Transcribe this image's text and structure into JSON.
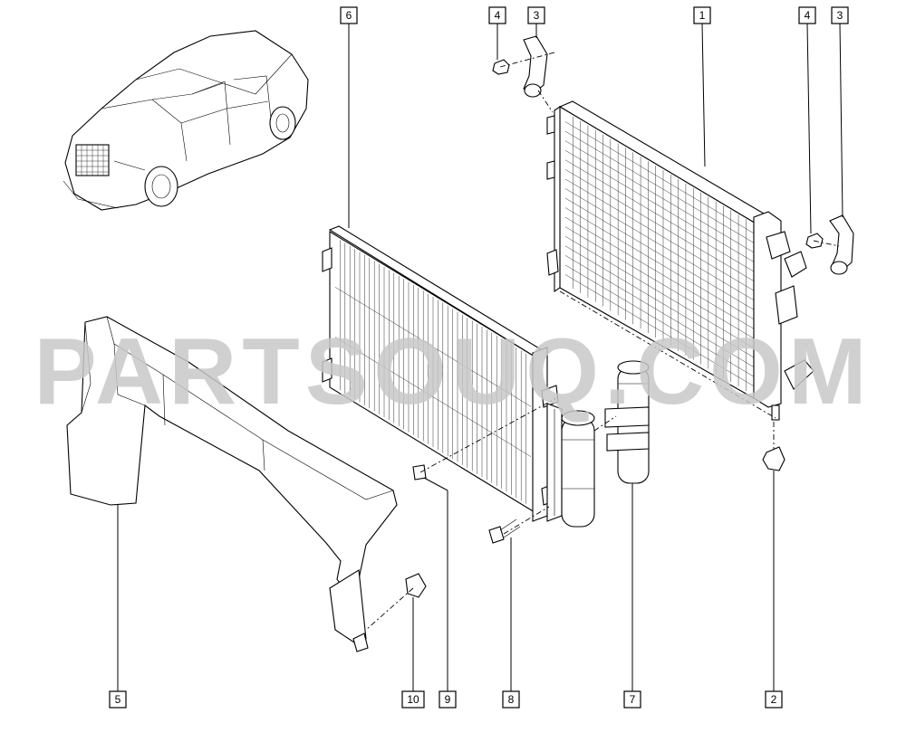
{
  "watermark": "PARTSOUQ.COM",
  "callouts": [
    {
      "id": "c6",
      "label": "6"
    },
    {
      "id": "c4a",
      "label": "4"
    },
    {
      "id": "c3a",
      "label": "3"
    },
    {
      "id": "c1",
      "label": "1"
    },
    {
      "id": "c4b",
      "label": "4"
    },
    {
      "id": "c3b",
      "label": "3"
    },
    {
      "id": "c5",
      "label": "5"
    },
    {
      "id": "c10",
      "label": "10"
    },
    {
      "id": "c9",
      "label": "9"
    },
    {
      "id": "c8",
      "label": "8"
    },
    {
      "id": "c7",
      "label": "7"
    },
    {
      "id": "c2",
      "label": "2"
    }
  ]
}
